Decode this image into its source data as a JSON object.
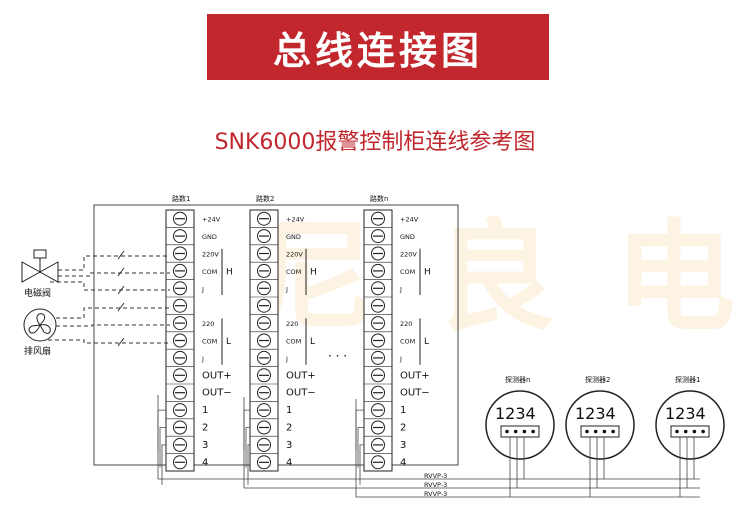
{
  "header": {
    "title": "总线连接图"
  },
  "subtitle": "SNK6000报警控制柜连线参考图",
  "watermark": "尼良电子",
  "devices": {
    "valve_label": "电磁阀",
    "fan_label": "排风扇"
  },
  "channels": [
    {
      "label": "路数1"
    },
    {
      "label": "路数2"
    },
    {
      "label": "路数n"
    }
  ],
  "terminal_labels": [
    "+24V",
    "GND",
    "220V",
    "COM",
    "J",
    "",
    "220",
    "COM",
    "J",
    "OUT+",
    "OUT−",
    "1",
    "2",
    "3",
    "4"
  ],
  "group_labels": {
    "high": "H",
    "low": "L"
  },
  "ellipsis": "· · ·",
  "detectors": [
    {
      "label": "探测器n",
      "digits": "1234"
    },
    {
      "label": "探测器2",
      "digits": "1234"
    },
    {
      "label": "探测器1",
      "digits": "1234"
    }
  ],
  "cables": [
    "RVVP-3",
    "RVVP-3",
    "RVVP-3"
  ]
}
